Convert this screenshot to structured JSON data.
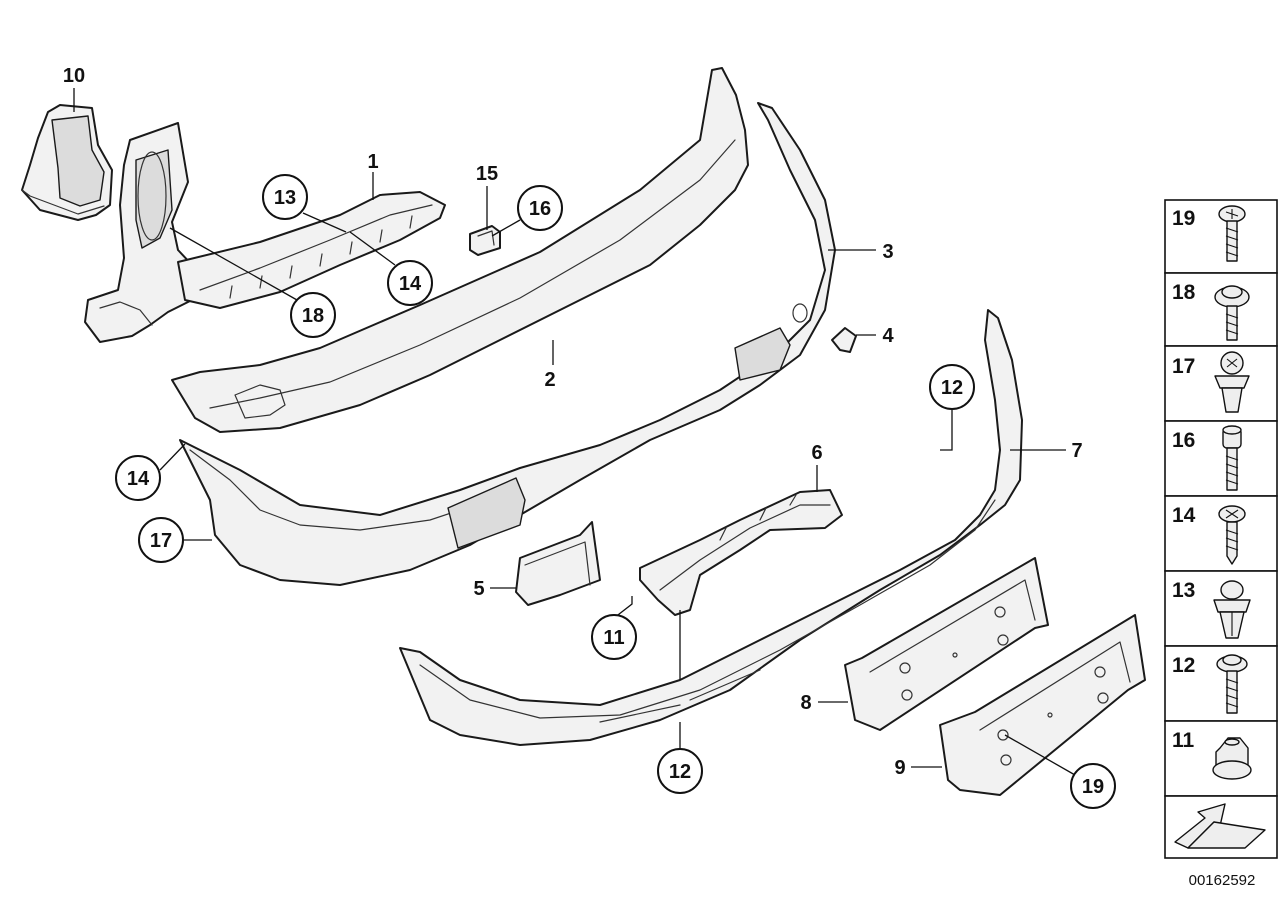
{
  "diagram_id": "00162592",
  "callouts": {
    "c1": "1",
    "c2": "2",
    "c3": "3",
    "c4": "4",
    "c5": "5",
    "c6": "6",
    "c7": "7",
    "c8": "8",
    "c9": "9",
    "c10": "10",
    "c11": "11",
    "c12a": "12",
    "c12b": "12",
    "c13": "13",
    "c14a": "14",
    "c14b": "14",
    "c15": "15",
    "c16": "16",
    "c17": "17",
    "c18": "18",
    "c19": "19"
  },
  "legend": [
    {
      "number": "19",
      "icon": "self-tapping-screw-icon"
    },
    {
      "number": "18",
      "icon": "collar-screw-icon"
    },
    {
      "number": "17",
      "icon": "expanding-rivet-icon"
    },
    {
      "number": "16",
      "icon": "hex-socket-screw-icon"
    },
    {
      "number": "14",
      "icon": "phillips-screw-icon"
    },
    {
      "number": "13",
      "icon": "plastic-clip-icon"
    },
    {
      "number": "12",
      "icon": "washer-screw-icon"
    },
    {
      "number": "11",
      "icon": "flange-nut-icon"
    }
  ],
  "direction_icon": "forward-arrow-icon"
}
